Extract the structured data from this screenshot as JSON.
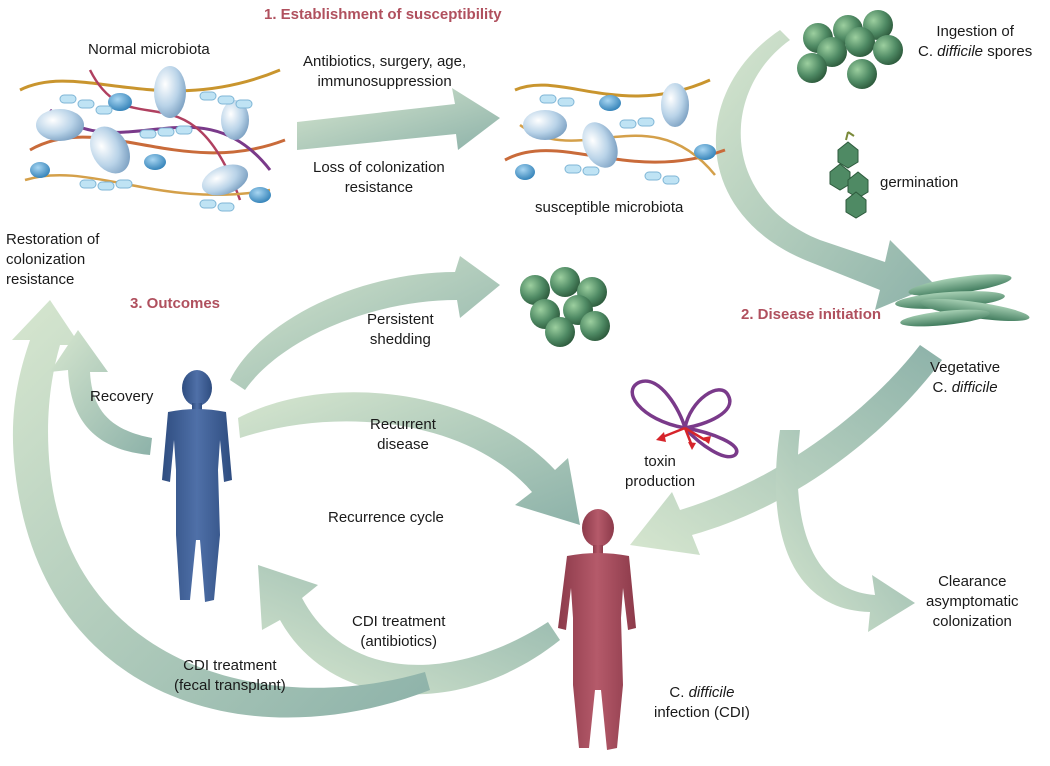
{
  "headings": {
    "stage1": "1. Establishment of susceptibility",
    "stage2": "2. Disease initiation",
    "stage3": "3. Outcomes"
  },
  "labels": {
    "normal_microbiota": "Normal microbiota",
    "risk_factors": [
      "Antibiotics, surgery, age,",
      "immunosuppression"
    ],
    "loss_colonization": [
      "Loss of colonization",
      "resistance"
    ],
    "susceptible_microbiota": "susceptible microbiota",
    "ingestion": [
      "Ingestion of",
      "C. ",
      "difficile",
      " spores"
    ],
    "germination": "germination",
    "vegetative": [
      "Vegetative",
      "C. ",
      "difficile"
    ],
    "toxin": [
      "toxin",
      "production"
    ],
    "clearance": [
      "Clearance",
      "asymptomatic",
      "colonization"
    ],
    "infection": [
      "C. ",
      "difficile",
      "infection (CDI)"
    ],
    "restoration": [
      "Restoration of",
      "colonization",
      "resistance"
    ],
    "persistent": [
      "Persistent",
      "shedding"
    ],
    "recovery": "Recovery",
    "recurrent": [
      "Recurrent",
      "disease"
    ],
    "recurrence_cycle": "Recurrence cycle",
    "cdi_antibiotics": [
      "CDI treatment",
      "(antibiotics)"
    ],
    "cdi_fecal": [
      "CDI treatment",
      "(fecal transplant)"
    ]
  },
  "colors": {
    "heading": "#b0505e",
    "arrow_light": "#cfe0c8",
    "arrow_dark": "#8fb3a8",
    "patient_recovered": "#3f5f96",
    "patient_infected": "#a24b5a",
    "spore": "#4f8a64",
    "toxin_loop": "#7a3a8a",
    "toxin_arrow": "#d6242b"
  }
}
